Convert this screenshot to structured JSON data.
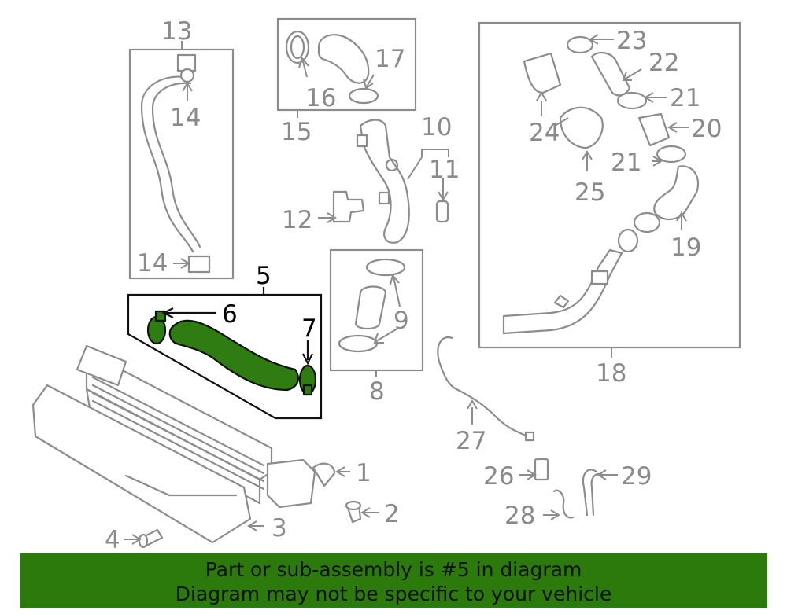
{
  "callouts": {
    "n1": "1",
    "n2": "2",
    "n3": "3",
    "n4": "4",
    "n5": "5",
    "n6": "6",
    "n7": "7",
    "n8": "8",
    "n9": "9",
    "n10": "10",
    "n11": "11",
    "n12": "12",
    "n13": "13",
    "n14a": "14",
    "n14b": "14",
    "n15": "15",
    "n16": "16",
    "n17": "17",
    "n18": "18",
    "n19": "19",
    "n20": "20",
    "n21a": "21",
    "n21b": "21",
    "n22": "22",
    "n23": "23",
    "n24": "24",
    "n25": "25",
    "n26": "26",
    "n27": "27",
    "n28": "28",
    "n29": "29"
  },
  "highlight": {
    "part_number": "5",
    "color": "#2f7d12"
  },
  "banner": {
    "line1": "Part or sub-assembly is #5 in diagram",
    "line2": "Diagram may not be specific to your vehicle",
    "background": "#2b7a0b"
  }
}
